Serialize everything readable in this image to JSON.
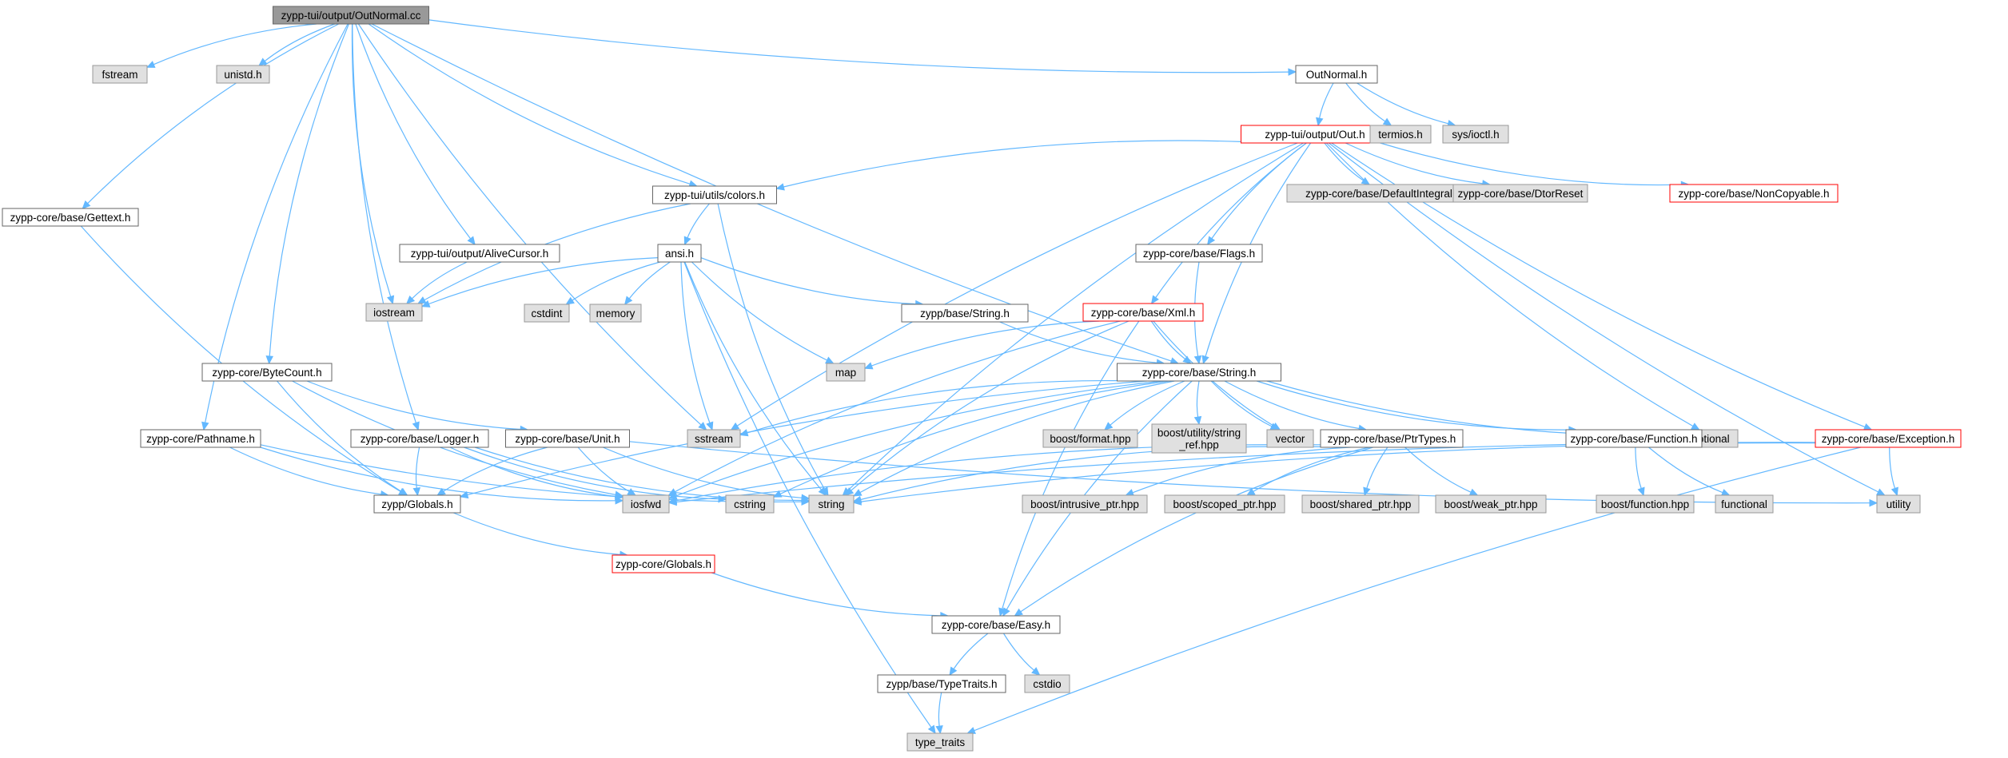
{
  "colors": {
    "edge": "#63b8ff",
    "root_fill": "#999999",
    "root_stroke": "#666666",
    "local_fill": "#ffffff",
    "local_stroke": "#666666",
    "system_fill": "#e0e0e0",
    "system_stroke": "#999999",
    "truncated_stroke": "#ff0000"
  },
  "nodes": [
    {
      "id": "root",
      "label": "zypp-tui/output/OutNormal.cc",
      "kind": "root"
    },
    {
      "id": "fstream",
      "label": "fstream",
      "kind": "system"
    },
    {
      "id": "unistd",
      "label": "unistd.h",
      "kind": "system"
    },
    {
      "id": "outnormal_h",
      "label": "OutNormal.h",
      "kind": "local"
    },
    {
      "id": "out_h",
      "label": "zypp-tui/output/Out.h",
      "kind": "truncated"
    },
    {
      "id": "termios",
      "label": "termios.h",
      "kind": "system"
    },
    {
      "id": "sysioctl",
      "label": "sys/ioctl.h",
      "kind": "system"
    },
    {
      "id": "gettext",
      "label": "zypp-core/base/Gettext.h",
      "kind": "local"
    },
    {
      "id": "alivecursor",
      "label": "zypp-tui/output/AliveCursor.h",
      "kind": "local"
    },
    {
      "id": "colors",
      "label": "zypp-tui/utils/colors.h",
      "kind": "local"
    },
    {
      "id": "defaultintegral",
      "label": "zypp-core/base/DefaultIntegral",
      "kind": "system"
    },
    {
      "id": "dtorreset",
      "label": "zypp-core/base/DtorReset",
      "kind": "system"
    },
    {
      "id": "noncopyable",
      "label": "zypp-core/base/NonCopyable.h",
      "kind": "truncated"
    },
    {
      "id": "ansi",
      "label": "ansi.h",
      "kind": "local"
    },
    {
      "id": "flags",
      "label": "zypp-core/base/Flags.h",
      "kind": "local"
    },
    {
      "id": "iostream",
      "label": "iostream",
      "kind": "system"
    },
    {
      "id": "cstdint",
      "label": "cstdint",
      "kind": "system"
    },
    {
      "id": "memory",
      "label": "memory",
      "kind": "system"
    },
    {
      "id": "zyppstring",
      "label": "zypp/base/String.h",
      "kind": "local"
    },
    {
      "id": "xml",
      "label": "zypp-core/base/Xml.h",
      "kind": "truncated"
    },
    {
      "id": "map",
      "label": "map",
      "kind": "system"
    },
    {
      "id": "bytecount",
      "label": "zypp-core/ByteCount.h",
      "kind": "local"
    },
    {
      "id": "corestring",
      "label": "zypp-core/base/String.h",
      "kind": "local"
    },
    {
      "id": "sstream",
      "label": "sstream",
      "kind": "system"
    },
    {
      "id": "boostformat",
      "label": "boost/format.hpp",
      "kind": "system"
    },
    {
      "id": "stringref",
      "label": [
        "boost/utility/string",
        "_ref.hpp"
      ],
      "kind": "system"
    },
    {
      "id": "vector",
      "label": "vector",
      "kind": "system"
    },
    {
      "id": "optional",
      "label": "optional",
      "kind": "system"
    },
    {
      "id": "pathname",
      "label": "zypp-core/Pathname.h",
      "kind": "local"
    },
    {
      "id": "logger",
      "label": "zypp-core/base/Logger.h",
      "kind": "local"
    },
    {
      "id": "unit",
      "label": "zypp-core/base/Unit.h",
      "kind": "local"
    },
    {
      "id": "ptrtypes",
      "label": "zypp-core/base/PtrTypes.h",
      "kind": "local"
    },
    {
      "id": "function",
      "label": "zypp-core/base/Function.h",
      "kind": "local"
    },
    {
      "id": "exception",
      "label": "zypp-core/base/Exception.h",
      "kind": "truncated"
    },
    {
      "id": "zyppglobals",
      "label": "zypp/Globals.h",
      "kind": "local"
    },
    {
      "id": "iosfwd",
      "label": "iosfwd",
      "kind": "system"
    },
    {
      "id": "cstring",
      "label": "cstring",
      "kind": "system"
    },
    {
      "id": "string",
      "label": "string",
      "kind": "system"
    },
    {
      "id": "intrusive",
      "label": "boost/intrusive_ptr.hpp",
      "kind": "system"
    },
    {
      "id": "scoped",
      "label": "boost/scoped_ptr.hpp",
      "kind": "system"
    },
    {
      "id": "shared",
      "label": "boost/shared_ptr.hpp",
      "kind": "system"
    },
    {
      "id": "weak",
      "label": "boost/weak_ptr.hpp",
      "kind": "system"
    },
    {
      "id": "boostfunction",
      "label": "boost/function.hpp",
      "kind": "system"
    },
    {
      "id": "functional",
      "label": "functional",
      "kind": "system"
    },
    {
      "id": "utility",
      "label": "utility",
      "kind": "system"
    },
    {
      "id": "coreglobals",
      "label": "zypp-core/Globals.h",
      "kind": "truncated"
    },
    {
      "id": "easy",
      "label": "zypp-core/base/Easy.h",
      "kind": "local"
    },
    {
      "id": "typetraits_h",
      "label": "zypp/base/TypeTraits.h",
      "kind": "local"
    },
    {
      "id": "cstdio",
      "label": "cstdio",
      "kind": "system"
    },
    {
      "id": "type_traits",
      "label": "type_traits",
      "kind": "system"
    }
  ],
  "edges": [
    [
      "root",
      "fstream"
    ],
    [
      "root",
      "unistd"
    ],
    [
      "root",
      "outnormal_h"
    ],
    [
      "root",
      "gettext"
    ],
    [
      "root",
      "pathname"
    ],
    [
      "root",
      "bytecount"
    ],
    [
      "root",
      "logger"
    ],
    [
      "root",
      "iostream"
    ],
    [
      "root",
      "alivecursor"
    ],
    [
      "root",
      "colors"
    ],
    [
      "root",
      "sstream"
    ],
    [
      "root",
      "corestring"
    ],
    [
      "outnormal_h",
      "out_h"
    ],
    [
      "outnormal_h",
      "termios"
    ],
    [
      "outnormal_h",
      "sysioctl"
    ],
    [
      "out_h",
      "colors"
    ],
    [
      "out_h",
      "sstream"
    ],
    [
      "out_h",
      "string"
    ],
    [
      "out_h",
      "defaultintegral"
    ],
    [
      "out_h",
      "dtorreset"
    ],
    [
      "out_h",
      "noncopyable"
    ],
    [
      "out_h",
      "utility"
    ],
    [
      "out_h",
      "flags"
    ],
    [
      "out_h",
      "xml"
    ],
    [
      "out_h",
      "corestring"
    ],
    [
      "out_h",
      "optional"
    ],
    [
      "out_h",
      "exception"
    ],
    [
      "gettext",
      "zyppglobals"
    ],
    [
      "alivecursor",
      "iostream"
    ],
    [
      "colors",
      "iostream"
    ],
    [
      "colors",
      "ansi"
    ],
    [
      "colors",
      "string"
    ],
    [
      "ansi",
      "iostream"
    ],
    [
      "ansi",
      "cstdint"
    ],
    [
      "ansi",
      "memory"
    ],
    [
      "ansi",
      "map"
    ],
    [
      "ansi",
      "zyppstring"
    ],
    [
      "ansi",
      "sstream"
    ],
    [
      "ansi",
      "string"
    ],
    [
      "ansi",
      "type_traits"
    ],
    [
      "zyppstring",
      "corestring"
    ],
    [
      "flags",
      "corestring"
    ],
    [
      "xml",
      "map"
    ],
    [
      "xml",
      "corestring"
    ],
    [
      "xml",
      "iosfwd"
    ],
    [
      "xml",
      "string"
    ],
    [
      "xml",
      "vector"
    ],
    [
      "xml",
      "easy"
    ],
    [
      "bytecount",
      "unit"
    ],
    [
      "bytecount",
      "iosfwd"
    ],
    [
      "bytecount",
      "zyppglobals"
    ],
    [
      "corestring",
      "sstream"
    ],
    [
      "corestring",
      "boostformat"
    ],
    [
      "corestring",
      "stringref"
    ],
    [
      "corestring",
      "vector"
    ],
    [
      "corestring",
      "optional"
    ],
    [
      "corestring",
      "ptrtypes"
    ],
    [
      "corestring",
      "function"
    ],
    [
      "corestring",
      "iosfwd"
    ],
    [
      "corestring",
      "string"
    ],
    [
      "corestring",
      "cstring"
    ],
    [
      "corestring",
      "zyppglobals"
    ],
    [
      "corestring",
      "easy"
    ],
    [
      "pathname",
      "zyppglobals"
    ],
    [
      "pathname",
      "iosfwd"
    ],
    [
      "pathname",
      "string"
    ],
    [
      "logger",
      "zyppglobals"
    ],
    [
      "logger",
      "iosfwd"
    ],
    [
      "logger",
      "cstring"
    ],
    [
      "logger",
      "string"
    ],
    [
      "unit",
      "zyppglobals"
    ],
    [
      "unit",
      "iosfwd"
    ],
    [
      "unit",
      "string"
    ],
    [
      "unit",
      "utility"
    ],
    [
      "ptrtypes",
      "iosfwd"
    ],
    [
      "ptrtypes",
      "string"
    ],
    [
      "ptrtypes",
      "intrusive"
    ],
    [
      "ptrtypes",
      "scoped"
    ],
    [
      "ptrtypes",
      "shared"
    ],
    [
      "ptrtypes",
      "weak"
    ],
    [
      "ptrtypes",
      "easy"
    ],
    [
      "function",
      "boostfunction"
    ],
    [
      "function",
      "functional"
    ],
    [
      "exception",
      "iosfwd"
    ],
    [
      "exception",
      "string"
    ],
    [
      "exception",
      "utility"
    ],
    [
      "exception",
      "type_traits"
    ],
    [
      "zyppglobals",
      "coreglobals"
    ],
    [
      "coreglobals",
      "easy"
    ],
    [
      "easy",
      "typetraits_h"
    ],
    [
      "easy",
      "cstdio"
    ],
    [
      "typetraits_h",
      "type_traits"
    ]
  ]
}
